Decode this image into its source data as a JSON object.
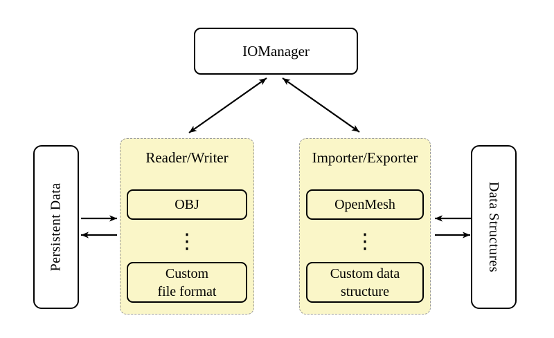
{
  "colors": {
    "group_fill": "#FAF6C8",
    "group_border": "#999999",
    "node_border": "#000000",
    "node_fill": "#FFFFFF",
    "arrow": "#000000",
    "canvas_bg": "#FFFFFF"
  },
  "nodes": {
    "io_manager": {
      "label": "IOManager"
    },
    "persistent_data": {
      "label": "Persistent Data"
    },
    "data_structures": {
      "label": "Data Structures"
    },
    "reader_writer": {
      "title": "Reader/Writer",
      "top_item": "OBJ",
      "ellipsis": "⋮",
      "bottom_item_line1": "Custom",
      "bottom_item_line2": "file format"
    },
    "importer_exporter": {
      "title": "Importer/Exporter",
      "top_item": "OpenMesh",
      "ellipsis": "⋮",
      "bottom_item_line1": "Custom data",
      "bottom_item_line2": "structure"
    }
  }
}
